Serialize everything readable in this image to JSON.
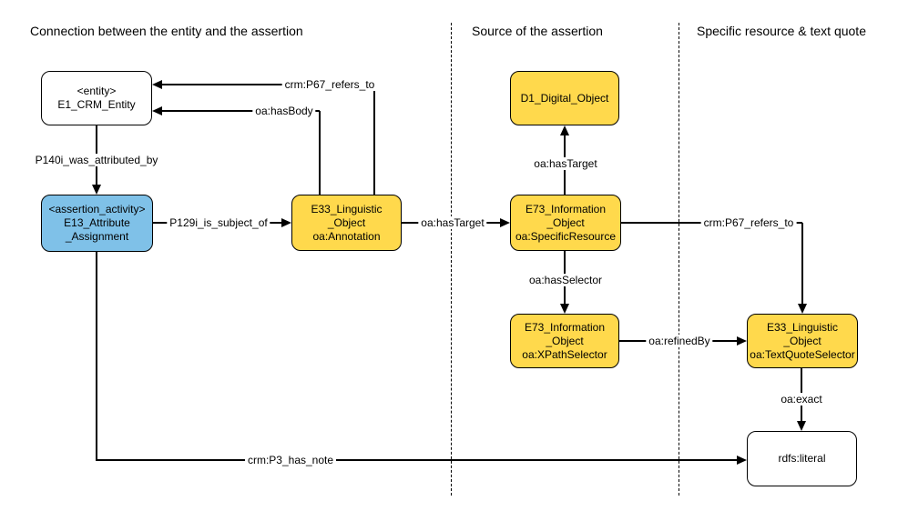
{
  "diagram": {
    "sections": [
      {
        "title": "Connection between the entity and the assertion"
      },
      {
        "title": "Source of the assertion"
      },
      {
        "title": "Specific resource & text quote"
      }
    ],
    "nodes": {
      "entity": {
        "lines": [
          "<entity>",
          "E1_CRM_Entity"
        ]
      },
      "assertion_activity": {
        "lines": [
          "<assertion_activity>",
          "E13_Attribute",
          "_Assignment"
        ]
      },
      "annotation": {
        "lines": [
          "E33_Linguistic",
          "_Object",
          "oa:Annotation"
        ]
      },
      "digital_object": {
        "lines": [
          "D1_Digital_Object"
        ]
      },
      "specific_resource": {
        "lines": [
          "E73_Information",
          "_Object",
          "oa:SpecificResource"
        ]
      },
      "xpath_selector": {
        "lines": [
          "E73_Information",
          "_Object",
          "oa:XPathSelector"
        ]
      },
      "text_quote_selector": {
        "lines": [
          "E33_Linguistic",
          "_Object",
          "oa:TextQuoteSelector"
        ]
      },
      "literal": {
        "lines": [
          "rdfs:literal"
        ]
      }
    },
    "edges": {
      "p140i_was_attributed_by": "P140i_was_attributed_by",
      "crm_p67_refers_to_top": "crm:P67_refers_to",
      "oa_has_body": "oa:hasBody",
      "p129i_is_subject_of": "P129i_is_subject_of",
      "oa_has_target_horizontal": "oa:hasTarget",
      "oa_has_target_vertical": "oa:hasTarget",
      "crm_p67_refers_to_right": "crm:P67_refers_to",
      "oa_has_selector": "oa:hasSelector",
      "oa_refined_by": "oa:refinedBy",
      "oa_exact": "oa:exact",
      "crm_p3_has_note": "crm:P3_has_note"
    },
    "colors": {
      "node_yellow": "#FFD94C",
      "node_blue": "#7FC1E8",
      "node_white": "#FFFFFF",
      "line_black": "#000000"
    }
  }
}
